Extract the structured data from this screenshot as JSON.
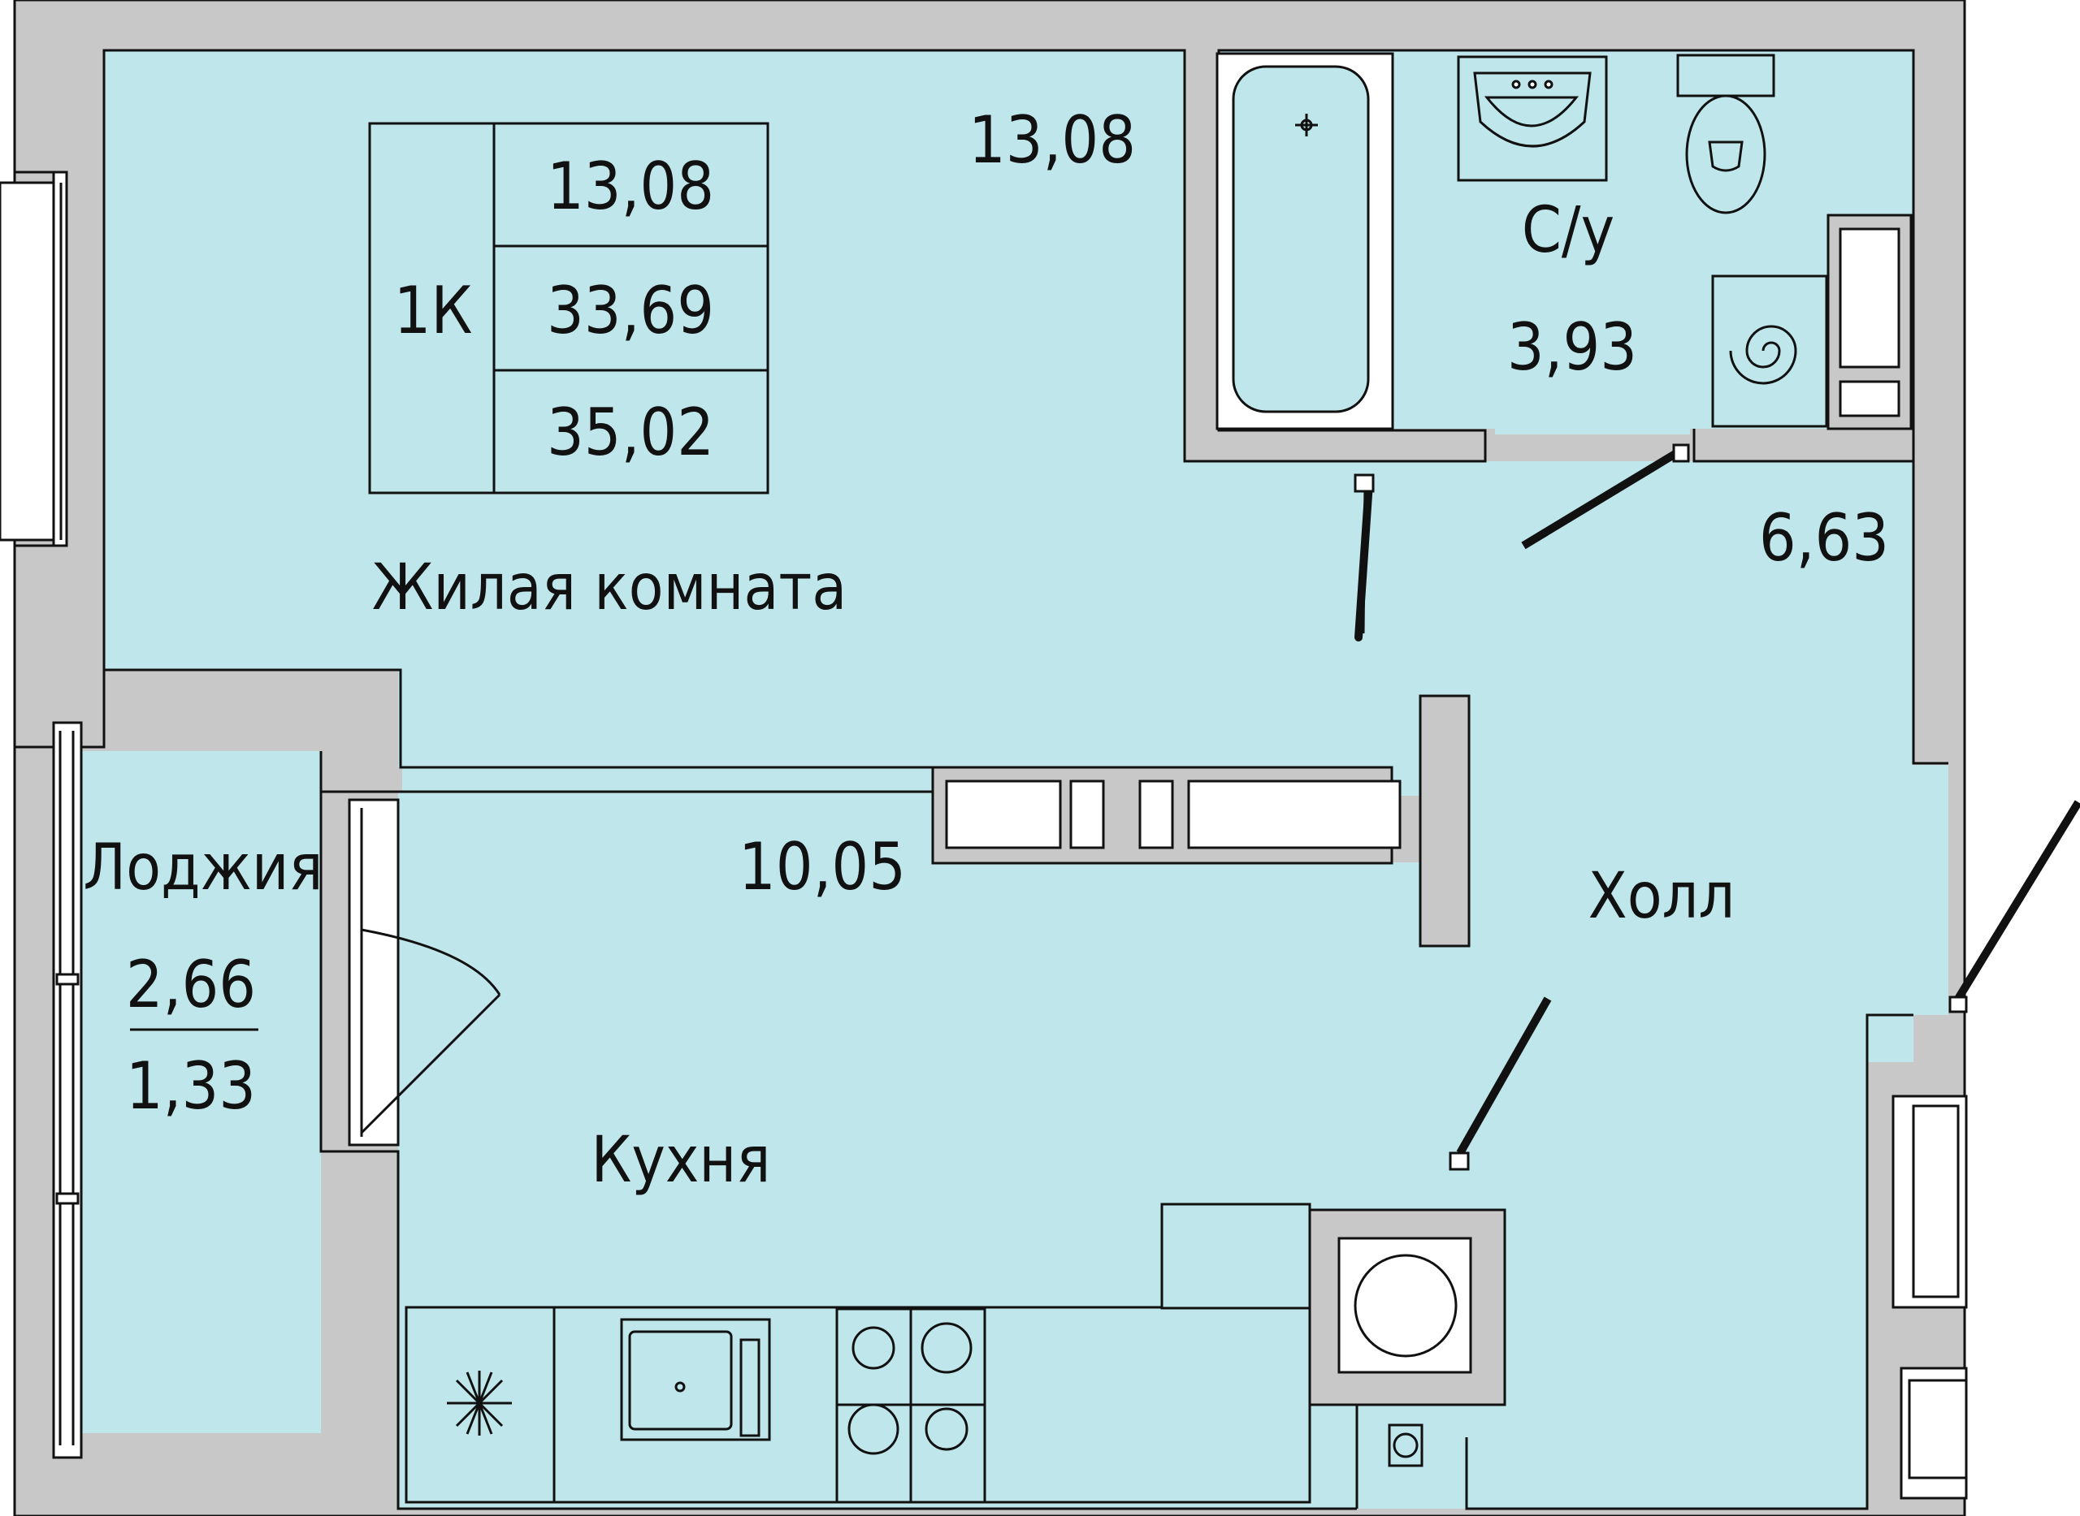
{
  "summary": {
    "type": "1К",
    "area_living": "13,08",
    "area_total": "33,69",
    "area_total_with_loggia": "35,02"
  },
  "rooms": {
    "living": {
      "name": "Жилая комната",
      "area": "13,08"
    },
    "bathroom": {
      "name": "С/у",
      "area": "3,93"
    },
    "hall": {
      "name": "Холл",
      "area": "6,63"
    },
    "kitchen": {
      "name": "Кухня",
      "area": "10,05"
    },
    "loggia": {
      "name": "Лоджия",
      "area": "2,66",
      "area_reduced": "1,33"
    }
  },
  "colors": {
    "room_fill": "#bfe6eb",
    "wall_fill": "#c8c8c8",
    "line": "#111111"
  }
}
